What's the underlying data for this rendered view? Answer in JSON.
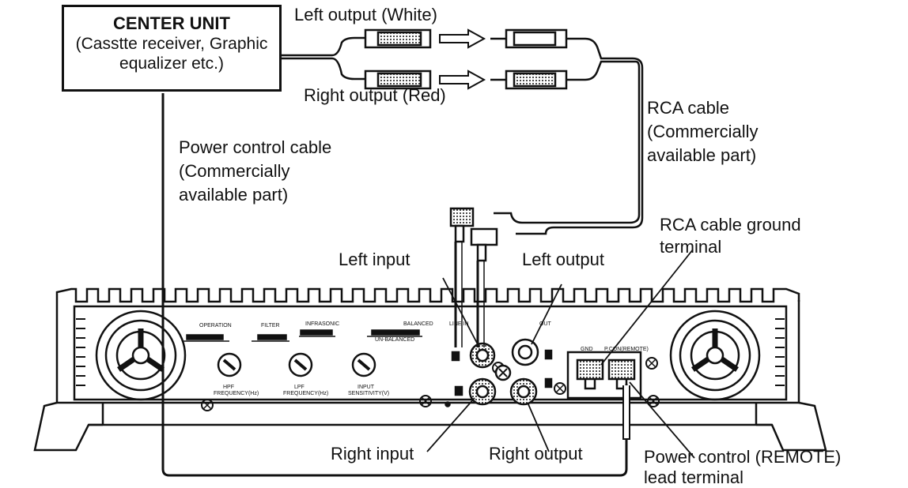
{
  "center_unit": {
    "title": "CENTER UNIT",
    "subtitle_line1": "(Casstte receiver, Graphic",
    "subtitle_line2": "equalizer etc.)"
  },
  "labels": {
    "left_output_white": "Left output (White)",
    "right_output_red": "Right output (Red)",
    "rca_cable_1": "RCA cable",
    "rca_cable_2": "(Commercially",
    "rca_cable_3": "available part)",
    "power_cable_1": "Power control cable",
    "power_cable_2": "(Commercially",
    "power_cable_3": "available part)",
    "rca_ground_1": "RCA cable ground",
    "rca_ground_2": "terminal",
    "left_input": "Left input",
    "left_output": "Left output",
    "right_input": "Right input",
    "right_output": "Right output",
    "remote_1": "Power control (REMOTE)",
    "remote_2": "lead terminal"
  },
  "panel_text": {
    "operation": "OPERATION",
    "filter": "FILTER",
    "infrasonic": "INFRASONIC",
    "balanced": "BALANCED",
    "un_balanced": "UN-BALANCED",
    "line_in": "LINE IN",
    "out": "OUT",
    "gnd": "GND",
    "p_con_remote": "P.CON(REMOTE)",
    "hpf": "HPF",
    "hpf_freq": "FREQUENCY(Hz)",
    "lpf": "LPF",
    "lpf_freq": "FREQUENCY(Hz)",
    "input": "INPUT",
    "input_sens": "SENSITIVITY(V)"
  }
}
